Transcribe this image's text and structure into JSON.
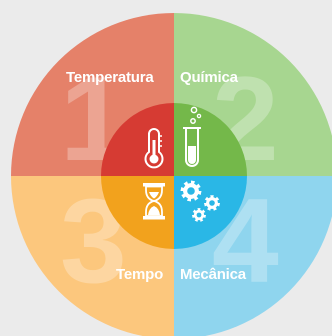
{
  "quadrants": [
    {
      "label": "Temperatura",
      "number": "1",
      "icon": "thermometer-icon",
      "outer_color": "#e58169",
      "inner_color": "#d63b33"
    },
    {
      "label": "Química",
      "number": "2",
      "icon": "test-tube-icon",
      "outer_color": "#a7d690",
      "inner_color": "#74b84a"
    },
    {
      "label": "Tempo",
      "number": "3",
      "icon": "hourglass-icon",
      "outer_color": "#fcc77d",
      "inner_color": "#f2a21d"
    },
    {
      "label": "Mecânica",
      "number": "4",
      "icon": "gears-icon",
      "outer_color": "#8fd5ee",
      "inner_color": "#2ab7e6"
    }
  ],
  "background": "#ebebeb"
}
